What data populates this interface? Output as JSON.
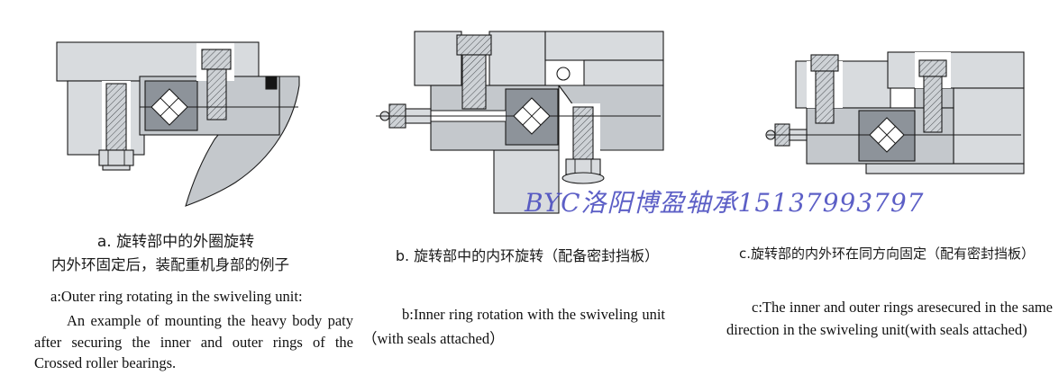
{
  "watermark": {
    "text": "BYC洛阳博盈轴承15137993797",
    "color": "#4b4ec0"
  },
  "figures": {
    "a": {
      "caption_zh_line1": "a. 旋转部中的外圈旋转",
      "caption_zh_line2": "内外环固定后，装配重机身部的例子",
      "caption_en_line1": "a:Outer ring rotating in the swiveling unit:",
      "caption_en_para": "An example of mounting the heavy body paty after securing the inner and outer rings of the Crossed roller bearings.",
      "diagram_subject": "crossed-roller-bearing-section-outer-ring-rotating"
    },
    "b": {
      "caption_zh_line1": "b. 旋转部中的内环旋转（配备密封挡板）",
      "caption_en_para": "b:Inner ring rotation with the swiveling unit（with seals attached）",
      "diagram_subject": "crossed-roller-bearing-section-inner-ring-rotating-with-seals"
    },
    "c": {
      "caption_zh_line1": "c.旋转部的内外环在同方向固定（配有密封挡板）",
      "caption_en_para": "c:The inner and outer rings aresecured in the same direction in the swiveling unit(with seals attached)",
      "diagram_subject": "crossed-roller-bearing-section-both-rings-secured-with-seals"
    }
  },
  "diagram_colors": {
    "housing_light": "#d8dbde",
    "body_mid": "#c4c8cc",
    "inner_ring_dark": "#8d939a",
    "outline": "#1a1a1a",
    "roller_fill": "#ffffff"
  }
}
